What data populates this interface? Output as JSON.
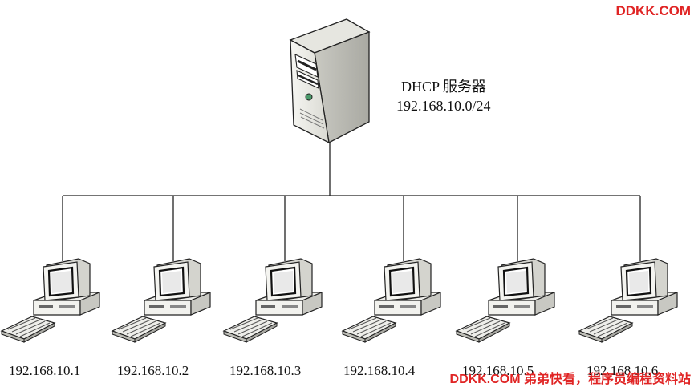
{
  "server": {
    "title": "DHCP 服务器",
    "network": "192.168.10.0/24"
  },
  "clients": [
    {
      "ip": "192.168.10.1"
    },
    {
      "ip": "192.168.10.2"
    },
    {
      "ip": "192.168.10.3"
    },
    {
      "ip": "192.168.10.4"
    },
    {
      "ip": "192.168.10.5"
    },
    {
      "ip": "192.168.10.6"
    }
  ],
  "watermark": {
    "top": "DDKK.COM",
    "bottom": "DDKK.COM 弟弟快看，程序员编程资料站",
    "color": "#e02424"
  }
}
